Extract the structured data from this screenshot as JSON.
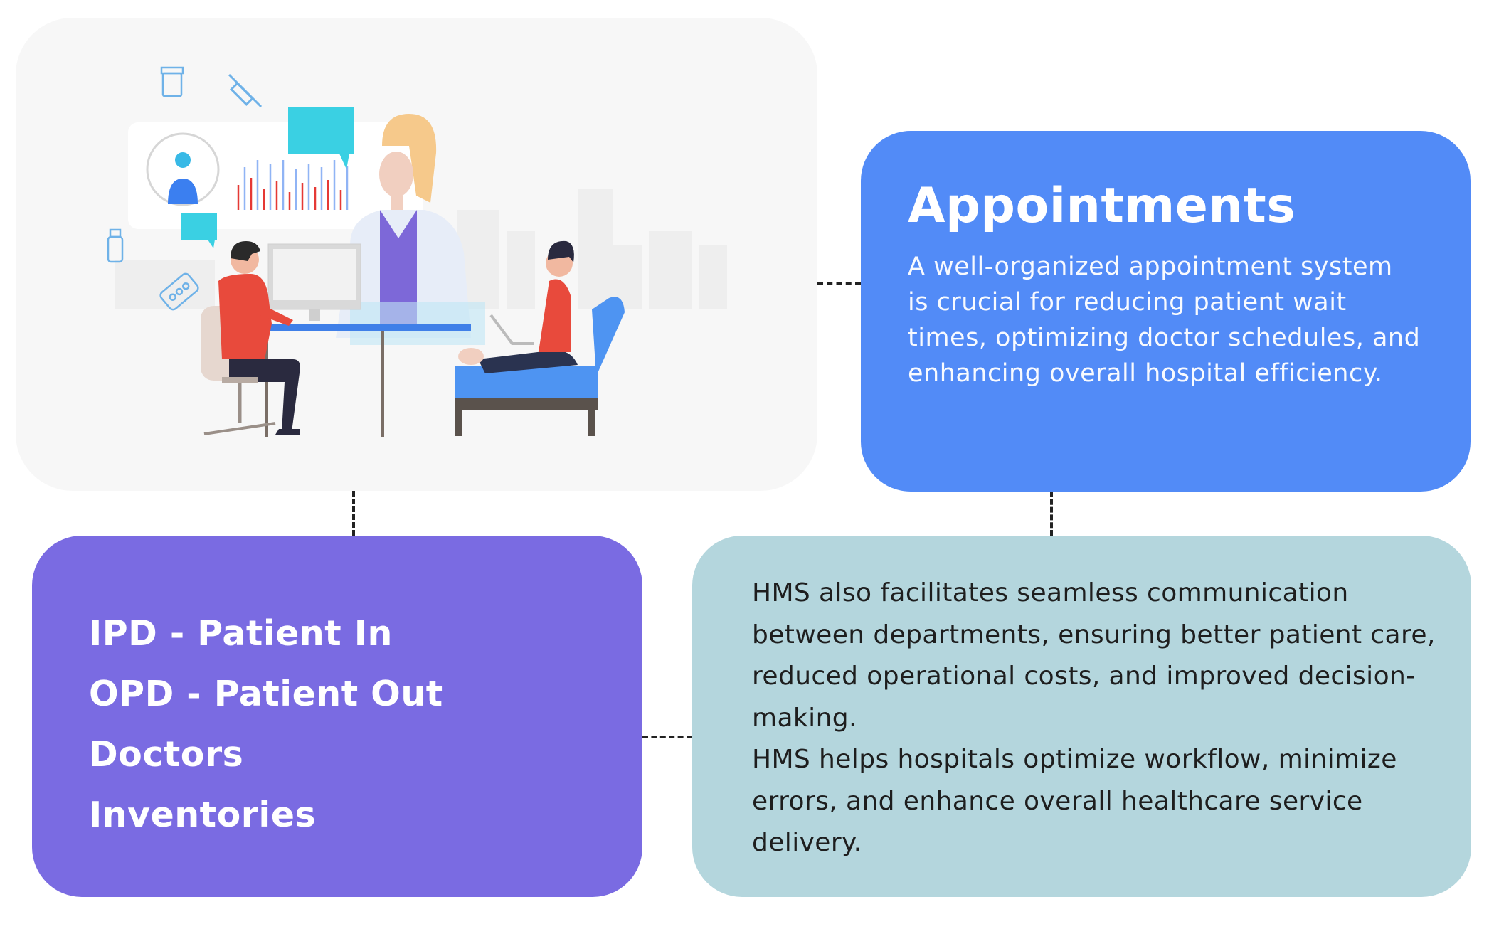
{
  "appointments": {
    "title": "Appointments",
    "body": "A well-organized appointment system is crucial for reducing patient wait times, optimizing doctor schedules, and enhancing overall hospital efficiency."
  },
  "modules": {
    "items": [
      {
        "label": "IPD - Patient In"
      },
      {
        "label": "OPD - Patient Out"
      },
      {
        "label": "Doctors"
      },
      {
        "label": "Inventories"
      }
    ]
  },
  "hms": {
    "paragraphs": [
      {
        "text": "HMS also facilitates seamless communication between departments, ensuring better patient care, reduced operational costs, and improved decision-making."
      },
      {
        "text": "HMS helps hospitals optimize workflow, minimize errors, and enhance overall healthcare service delivery."
      }
    ]
  },
  "colors": {
    "appointments_card": "#528bf7",
    "modules_card": "#7a6be2",
    "hms_card": "#b4d6dd",
    "illustration_card": "#f7f7f7"
  },
  "illustration": {
    "icons": [
      "medicine-jar-icon",
      "syringe-icon",
      "medicine-bottle-icon",
      "pill-blister-icon",
      "user-profile-icon",
      "chat-bubble-icon"
    ]
  }
}
